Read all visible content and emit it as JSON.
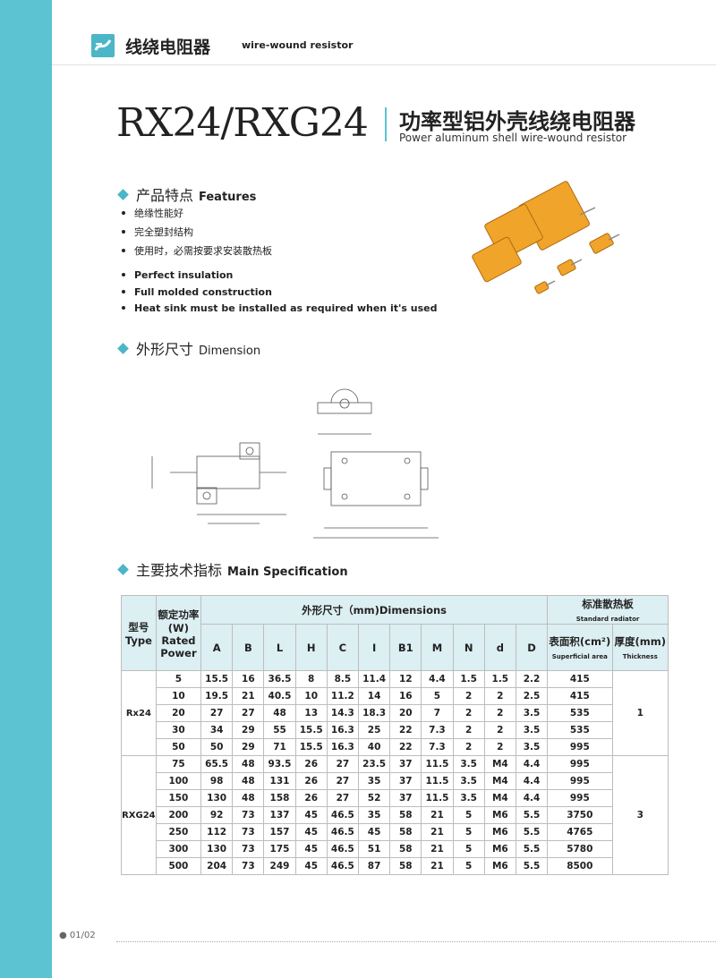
{
  "header": {
    "brand_zh": "线绕电阻器",
    "brand_en": "wire-wound resistor"
  },
  "title": {
    "main": "RX24/RXG24",
    "zh": "功率型铝外壳线绕电阻器",
    "en": "Power aluminum shell wire-wound resistor"
  },
  "features": {
    "heading_zh": "产品特点",
    "heading_en": "Features",
    "items_zh": [
      "绝缘性能好",
      "完全塑封结构",
      "使用时，必需按要求安装散热板"
    ],
    "items_en": [
      "Perfect insulation",
      "Full molded construction",
      "Heat sink must be installed as required when it's used"
    ]
  },
  "dimension": {
    "heading_zh": "外形尺寸",
    "heading_en": "Dimension"
  },
  "spec": {
    "heading_zh": "主要技术指标",
    "heading_en": "Main Specification",
    "col_type": "型号 Type",
    "col_power": "额定功率 (W) Rated Power",
    "col_dims": "外形尺寸（mm)Dimensions",
    "col_radiator": "标准散热板",
    "col_radiator_en": "Standard radiator",
    "col_area": "表面积(cm²)",
    "col_area_en": "Superficial area",
    "col_thick": "厚度(mm)",
    "col_thick_en": "Thickness",
    "dim_cols": [
      "A",
      "B",
      "L",
      "H",
      "C",
      "I",
      "B1",
      "M",
      "N",
      "d",
      "D"
    ],
    "groups": [
      {
        "type": "Rx24",
        "thickness": "1",
        "rows": [
          [
            "5",
            "15.5",
            "16",
            "36.5",
            "8",
            "8.5",
            "11.4",
            "12",
            "4.4",
            "1.5",
            "1.5",
            "2.2",
            "415"
          ],
          [
            "10",
            "19.5",
            "21",
            "40.5",
            "10",
            "11.2",
            "14",
            "16",
            "5",
            "2",
            "2",
            "2.5",
            "415"
          ],
          [
            "20",
            "27",
            "27",
            "48",
            "13",
            "14.3",
            "18.3",
            "20",
            "7",
            "2",
            "2",
            "3.5",
            "535"
          ],
          [
            "30",
            "34",
            "29",
            "55",
            "15.5",
            "16.3",
            "25",
            "22",
            "7.3",
            "2",
            "2",
            "3.5",
            "535"
          ],
          [
            "50",
            "50",
            "29",
            "71",
            "15.5",
            "16.3",
            "40",
            "22",
            "7.3",
            "2",
            "2",
            "3.5",
            "995"
          ]
        ]
      },
      {
        "type": "RXG24",
        "thickness": "3",
        "rows": [
          [
            "75",
            "65.5",
            "48",
            "93.5",
            "26",
            "27",
            "23.5",
            "37",
            "11.5",
            "3.5",
            "M4",
            "4.4",
            "995"
          ],
          [
            "100",
            "98",
            "48",
            "131",
            "26",
            "27",
            "35",
            "37",
            "11.5",
            "3.5",
            "M4",
            "4.4",
            "995"
          ],
          [
            "150",
            "130",
            "48",
            "158",
            "26",
            "27",
            "52",
            "37",
            "11.5",
            "3.5",
            "M4",
            "4.4",
            "995"
          ],
          [
            "200",
            "92",
            "73",
            "137",
            "45",
            "46.5",
            "35",
            "58",
            "21",
            "5",
            "M6",
            "5.5",
            "3750"
          ],
          [
            "250",
            "112",
            "73",
            "157",
            "45",
            "46.5",
            "45",
            "58",
            "21",
            "5",
            "M6",
            "5.5",
            "4765"
          ],
          [
            "300",
            "130",
            "73",
            "175",
            "45",
            "46.5",
            "51",
            "58",
            "21",
            "5",
            "M6",
            "5.5",
            "5780"
          ],
          [
            "500",
            "204",
            "73",
            "249",
            "45",
            "46.5",
            "87",
            "58",
            "21",
            "5",
            "M6",
            "5.5",
            "8500"
          ]
        ]
      }
    ]
  },
  "footer": {
    "page": "01/02"
  }
}
